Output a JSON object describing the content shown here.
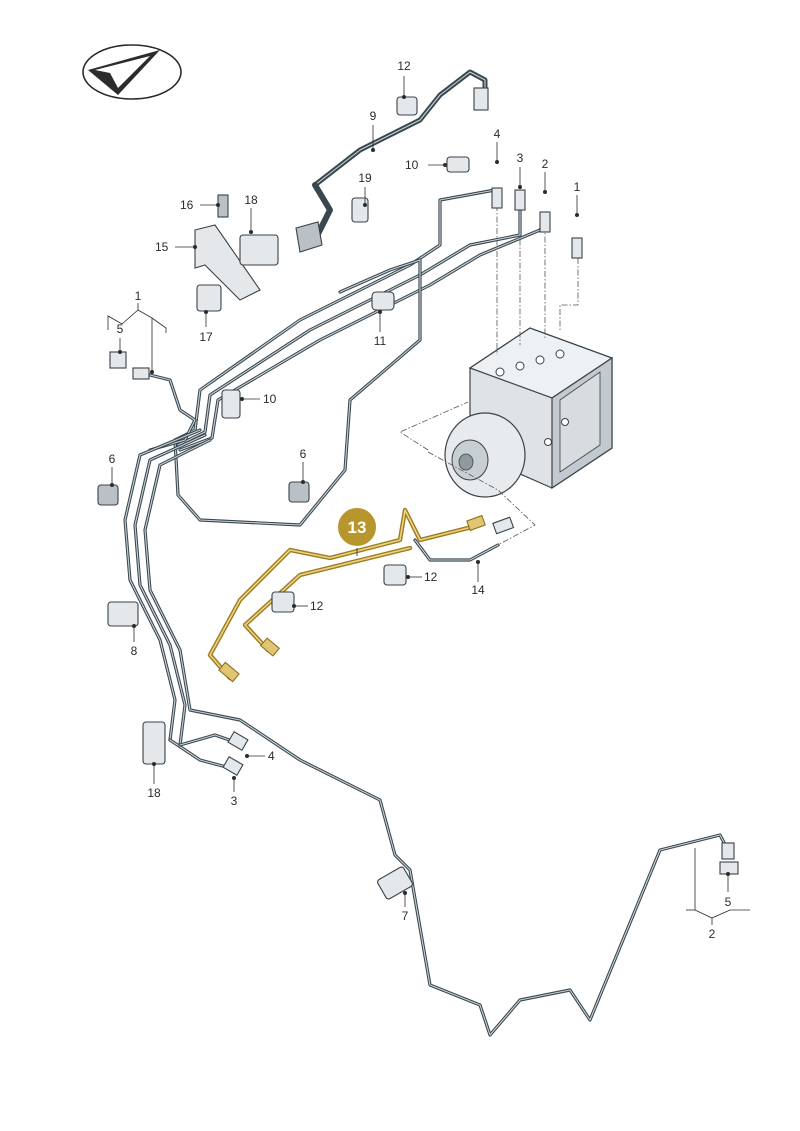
{
  "callouts": {
    "c1a": "1",
    "c1b": "1",
    "c2a": "2",
    "c2b": "2",
    "c3a": "3",
    "c3b": "3",
    "c4a": "4",
    "c4b": "4",
    "c5a": "5",
    "c5b": "5",
    "c6a": "6",
    "c6b": "6",
    "c7": "7",
    "c8": "8",
    "c9": "9",
    "c10a": "10",
    "c10b": "10",
    "c11": "11",
    "c12a": "12",
    "c12b": "12",
    "c12c": "12",
    "c14": "14",
    "c15": "15",
    "c16": "16",
    "c17": "17",
    "c18a": "18",
    "c18b": "18",
    "c19": "19"
  },
  "highlight": {
    "label": "13",
    "badge_color": "#b8962e",
    "pipe_color": "#a07d1c"
  },
  "logo": {
    "icon": "check-arrow-logo"
  }
}
